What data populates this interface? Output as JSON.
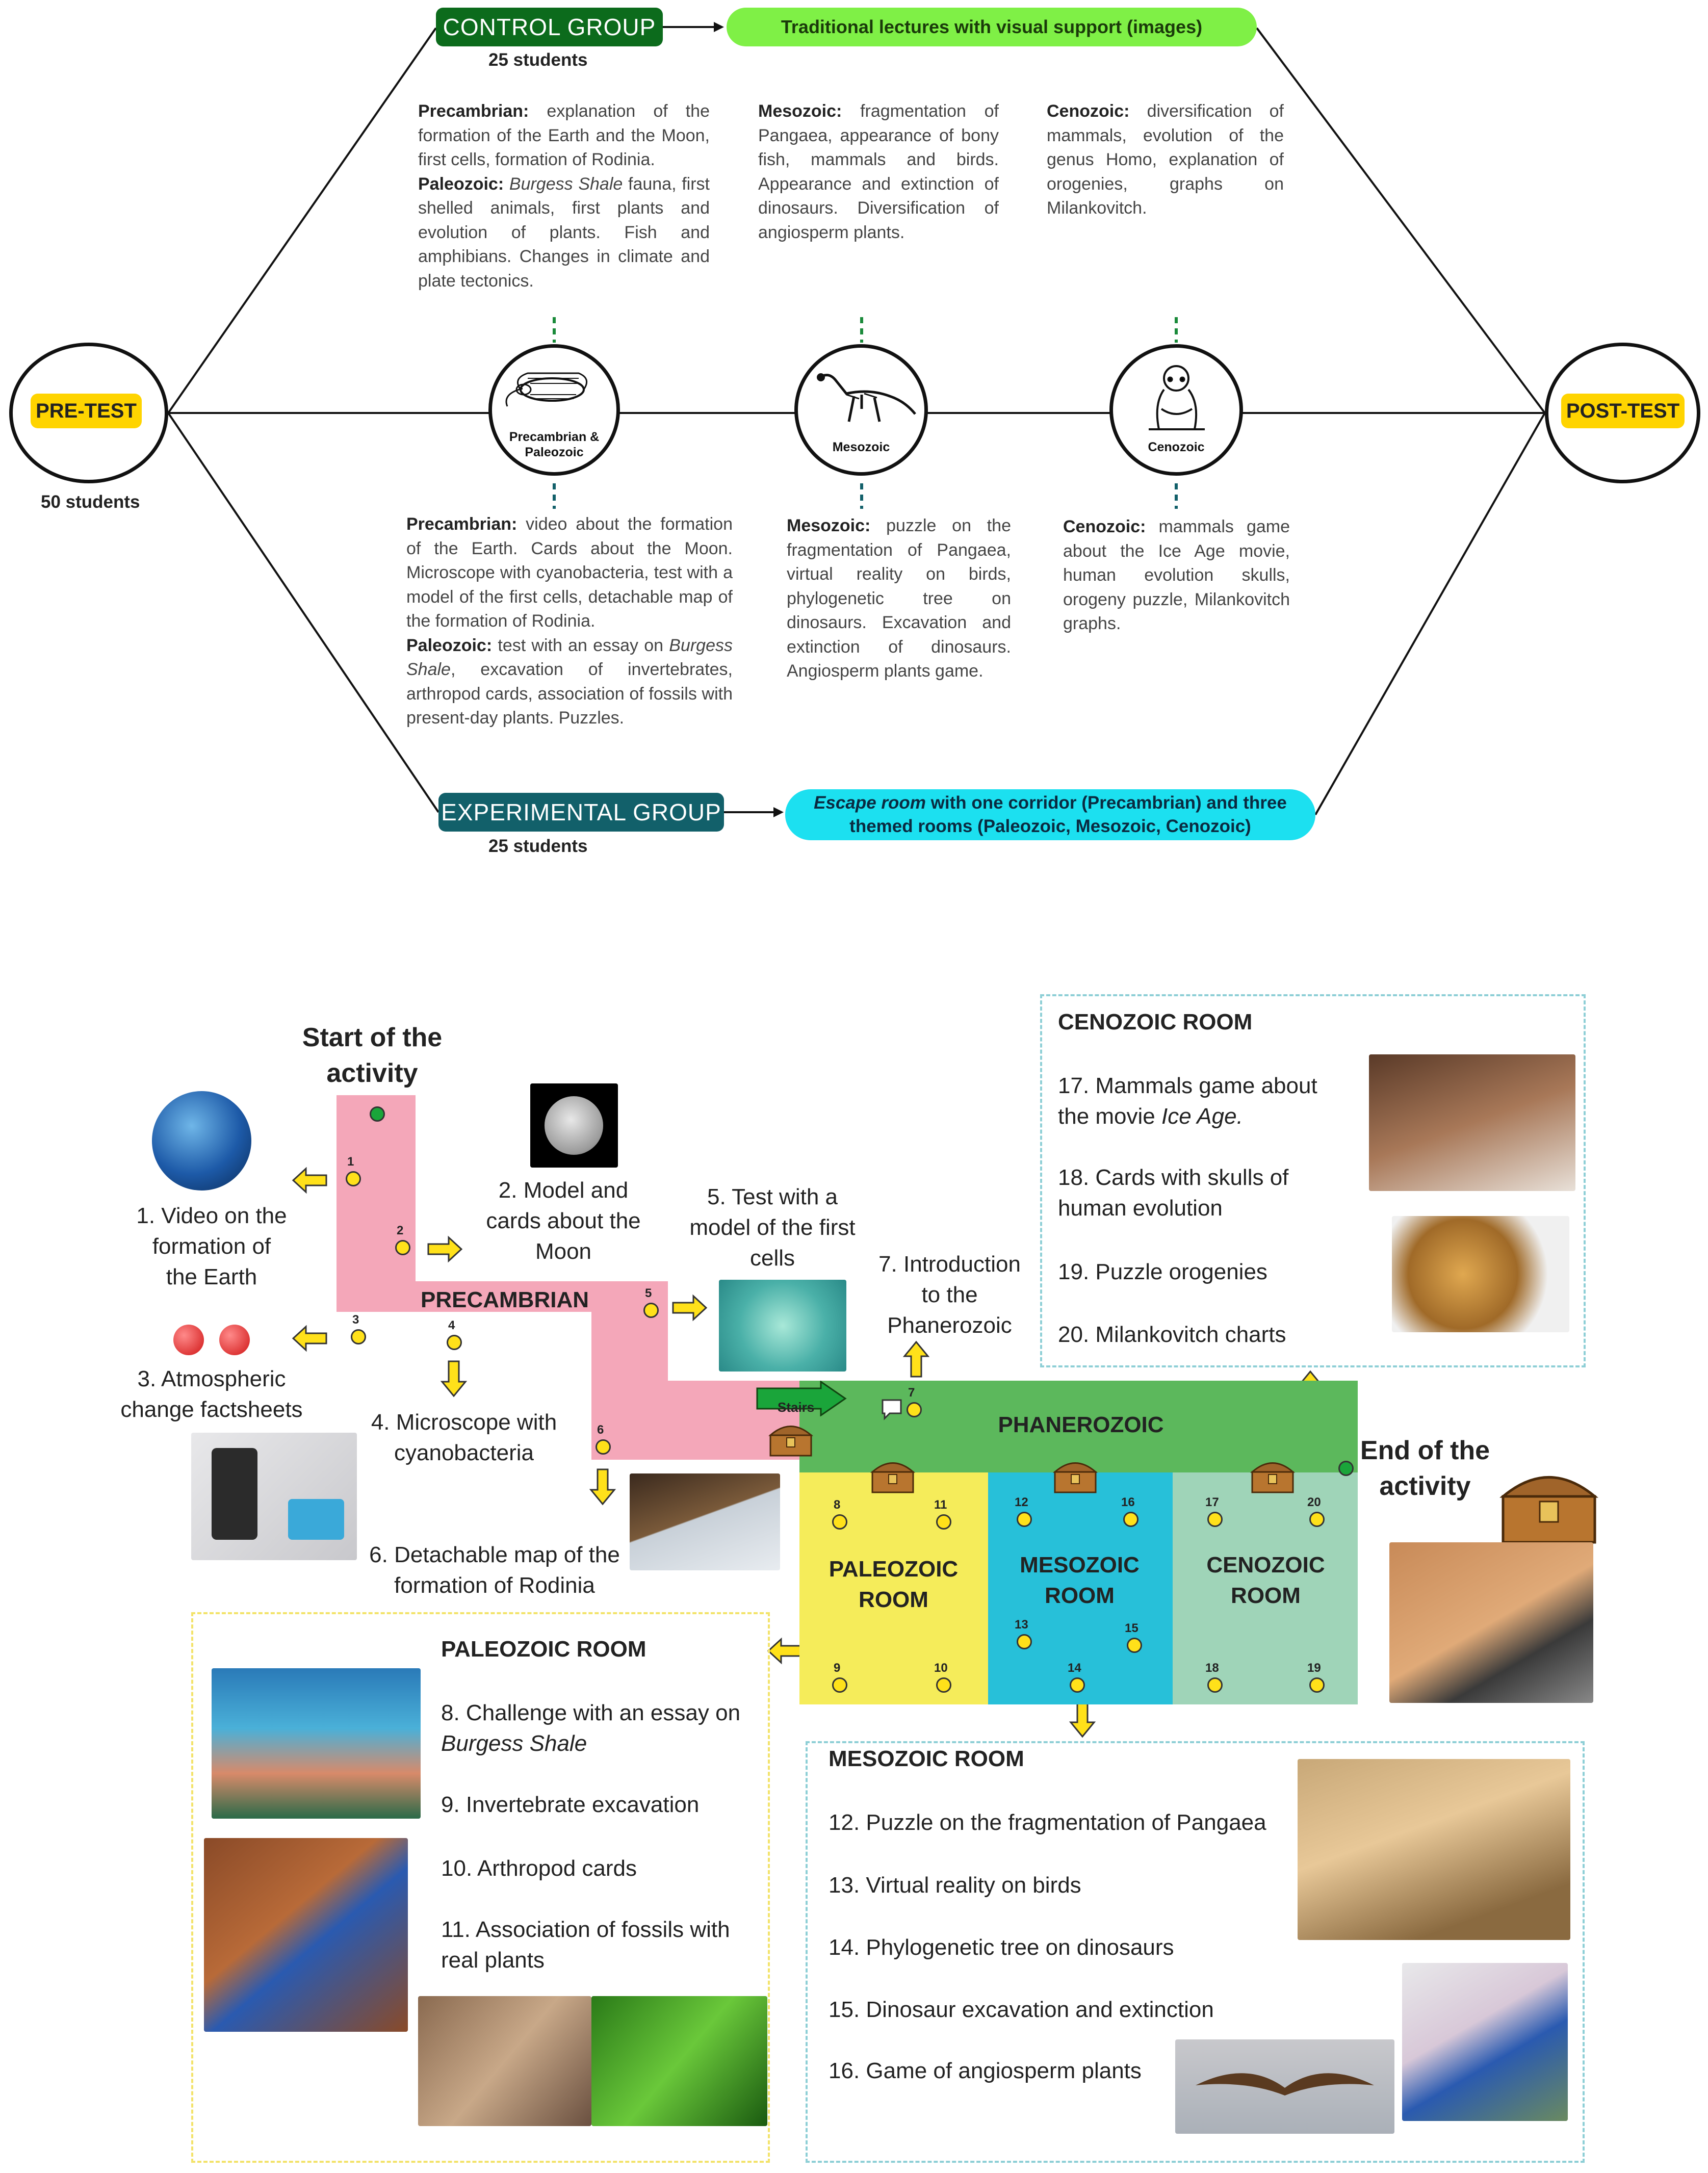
{
  "flow": {
    "pretest": "PRE-TEST",
    "posttest": "POST-TEST",
    "total_students": "50 students",
    "control": {
      "label": "CONTROL GROUP",
      "students": "25 students",
      "action": "Traditional lectures with visual support (images)",
      "precambrian_head": "Precambrian:",
      "precambrian_text": "explanation of the formation of the Earth and the Moon, first cells, formation of Rodinia.",
      "paleozoic_head": "Paleozoic:",
      "paleozoic_em": "Burgess Shale",
      "paleozoic_text": "fauna, first shelled animals, first plants and evolution of plants. Fish and amphibians. Changes in climate and plate tectonics.",
      "mesozoic_head": "Mesozoic:",
      "mesozoic_text": "fragmentation of Pangaea, appearance of bony fish, mammals and birds. Appearance and extinction of dinosaurs. Diversification of angiosperm plants.",
      "cenozoic_head": "Cenozoic:",
      "cenozoic_text": "diversification of mammals, evolution of the genus Homo, explanation of orogenies, graphs on Milankovitch."
    },
    "experimental": {
      "label": "EXPERIMENTAL GROUP",
      "students": "25 students",
      "action_em": "Escape room",
      "action_text": "with one corridor (Precambrian) and three themed rooms (Paleozoic, Mesozoic, Cenozoic)",
      "precambrian_head": "Precambrian:",
      "precambrian_text": "video about the formation of the Earth. Cards about the Moon. Microscope with cyanobacteria, test with a model of the first cells, detachable map of the formation of Rodinia.",
      "paleozoic_head": "Paleozoic:",
      "paleozoic_pre": "test with an essay on",
      "paleozoic_em": "Burgess Shale",
      "paleozoic_text": ", excavation of invertebrates, arthropod cards, association of fossils with present-day plants. Puzzles.",
      "mesozoic_head": "Mesozoic:",
      "mesozoic_text": "puzzle on the fragmentation of Pangaea, virtual reality on birds, phylogenetic tree on dinosaurs. Excavation and extinction of dinosaurs. Angiosperm plants game.",
      "cenozoic_head": "Cenozoic:",
      "cenozoic_text": "mammals game about the Ice Age movie, human evolution skulls, orogeny puzzle, Milankovitch graphs."
    },
    "nodes": {
      "precambrian_paleozoic_line1": "Precambrian &",
      "precambrian_paleozoic_line2": "Paleozoic",
      "mesozoic": "Mesozoic",
      "cenozoic": "Cenozoic"
    }
  },
  "map": {
    "start_line1": "Start of the",
    "start_line2": "activity",
    "end_line1": "End of the",
    "end_line2": "activity",
    "precambrian": "PRECAMBRIAN",
    "phanerozoic": "PHANEROZOIC",
    "stairs": "Stairs",
    "paleozoic_room_l1": "PALEOZOIC",
    "paleozoic_room_l2": "ROOM",
    "mesozoic_room_l1": "MESOZOIC",
    "mesozoic_room_l2": "ROOM",
    "cenozoic_room_l1": "CENOZOIC",
    "cenozoic_room_l2": "ROOM",
    "steps": {
      "s1_l1": "1. Video on the",
      "s1_l2": "formation of",
      "s1_l3": "the Earth",
      "s2_l1": "2. Model and",
      "s2_l2": "cards about the",
      "s2_l3": "Moon",
      "s3_l1": "3. Atmospheric",
      "s3_l2": "change factsheets",
      "s4_l1": "4. Microscope with",
      "s4_l2": "cyanobacteria",
      "s5_l1": "5. Test with a",
      "s5_l2": "model of the first",
      "s5_l3": "cells",
      "s6_l1": "6. Detachable map of the",
      "s6_l2": "formation of Rodinia",
      "s7_l1": "7. Introduction",
      "s7_l2": "to the",
      "s7_l3": "Phanerozoic"
    },
    "dot_numbers": [
      "1",
      "2",
      "3",
      "4",
      "5",
      "6",
      "7",
      "8",
      "9",
      "10",
      "11",
      "12",
      "13",
      "14",
      "15",
      "16",
      "17",
      "18",
      "19",
      "20"
    ],
    "colors": {
      "precambrian": "#f4a7b9",
      "phanerozoic": "#5cb85c",
      "paleozoic": "#f5ec5a",
      "mesozoic": "#27c0d9",
      "cenozoic": "#9fd4b8",
      "dot": "#ffe11a"
    }
  },
  "rooms": {
    "cenozoic": {
      "title": "CENOZOIC ROOM",
      "i17_a": "17. Mammals game about",
      "i17_b": "the movie",
      "i17_em": "Ice Age.",
      "i18_a": "18. Cards with skulls of",
      "i18_b": "human evolution",
      "i19": "19. Puzzle orogenies",
      "i20": "20. Milankovitch charts"
    },
    "paleozoic": {
      "title": "PALEOZOIC ROOM",
      "i8_a": "8. Challenge with an essay on",
      "i8_em": "Burgess Shale",
      "i9": "9. Invertebrate excavation",
      "i10": "10. Arthropod cards",
      "i11_a": "11. Association of fossils with",
      "i11_b": "real plants"
    },
    "mesozoic": {
      "title": "MESOZOIC ROOM",
      "i12": "12. Puzzle on the fragmentation of Pangaea",
      "i13": "13. Virtual reality on birds",
      "i14": "14. Phylogenetic tree on dinosaurs",
      "i15": "15. Dinosaur excavation and extinction",
      "i16": "16. Game of angiosperm plants"
    }
  }
}
